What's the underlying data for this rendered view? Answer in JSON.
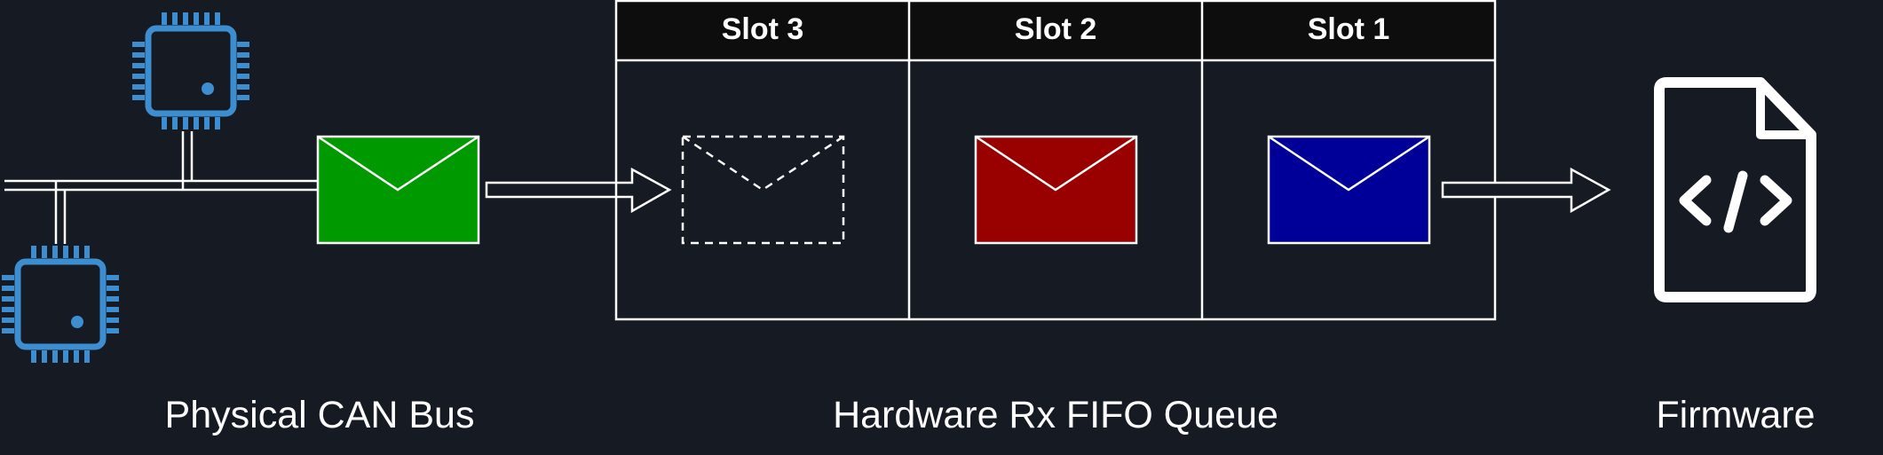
{
  "colors": {
    "background": "#161a23",
    "chip": "#3d8ed1",
    "line": "#ffffff",
    "slot_header": "#0d0d0d",
    "message_incoming": "#009900",
    "message_slot2": "#990000",
    "message_slot1": "#000099"
  },
  "icons": {
    "node_top": "microchip-icon",
    "node_bottom": "microchip-icon",
    "incoming_message": "envelope-icon",
    "empty_slot": "dashed-envelope-icon",
    "firmware": "code-file-icon"
  },
  "fifo": {
    "slots": [
      {
        "label": "Slot 3",
        "state": "empty"
      },
      {
        "label": "Slot 2",
        "state": "filled"
      },
      {
        "label": "Slot 1",
        "state": "filled"
      }
    ]
  },
  "captions": {
    "bus": "Physical CAN Bus",
    "queue": "Hardware Rx FIFO Queue",
    "firmware": "Firmware"
  }
}
